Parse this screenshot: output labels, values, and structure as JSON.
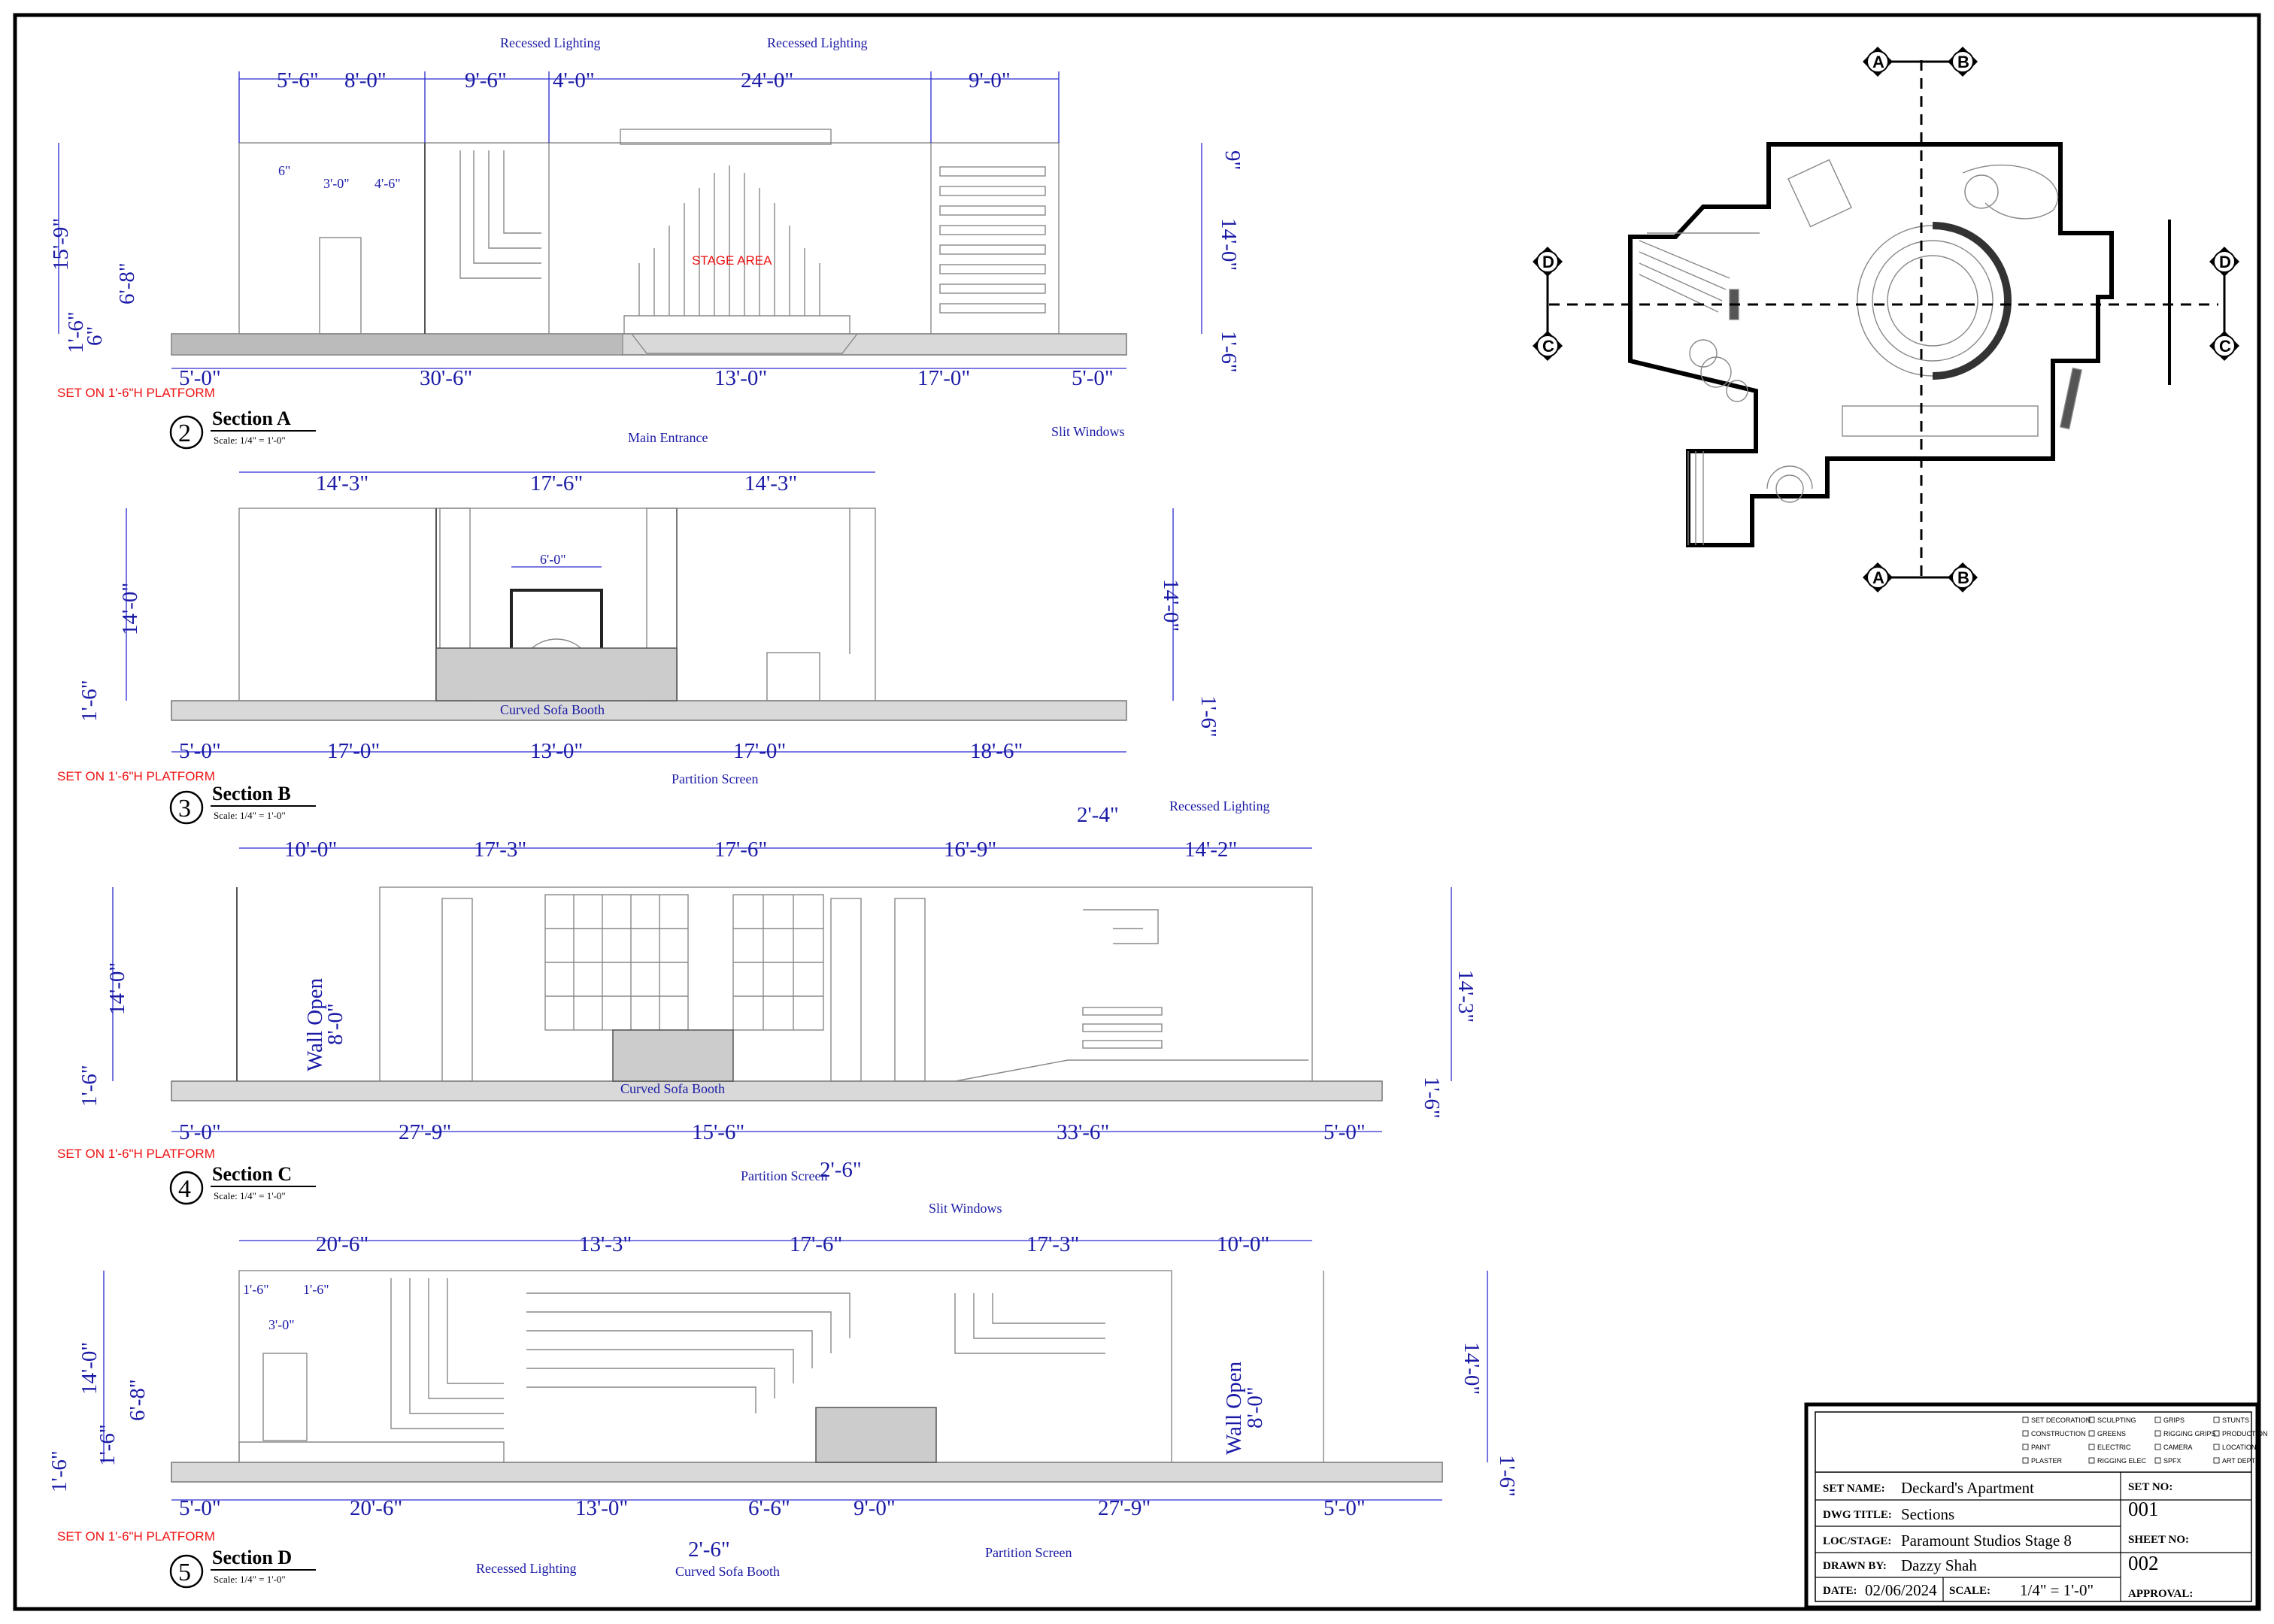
{
  "sections": [
    {
      "number": "2",
      "title": "Section A",
      "scale": "Scale: 1/4\" = 1'-0\"",
      "platform_note": "SET ON 1'-6\"H PLATFORM",
      "stage_label": "STAGE AREA",
      "top_dims": [
        "5'-6\"",
        "8'-0\"",
        "9'-6\"",
        "4'-0\"",
        "24'-0\"",
        "9'-0\""
      ],
      "bottom_dims": [
        "5'-0\"",
        "30'-6\"",
        "13'-0\"",
        "17'-0\"",
        "5'-0\""
      ],
      "left_dims": [
        "15'-9\"",
        "6'-8\"",
        "1'-6\"",
        "6\""
      ],
      "right_dims": [
        "9\"",
        "14'-0\"",
        "1'-6\""
      ],
      "small_dims": [
        "6\"",
        "3'-0\"",
        "4'-6\""
      ],
      "notes": [
        "Recessed Lighting",
        "Recessed Lighting",
        "Slit Windows"
      ]
    },
    {
      "number": "3",
      "title": "Section B",
      "scale": "Scale: 1/4\" = 1'-0\"",
      "platform_note": "SET ON 1'-6\"H PLATFORM",
      "top_dims": [
        "14'-3\"",
        "17'-6\"",
        "14'-3\""
      ],
      "bottom_dims": [
        "5'-0\"",
        "17'-0\"",
        "13'-0\"",
        "17'-0\"",
        "18'-6\""
      ],
      "left_dims": [
        "14'-0\"",
        "1'-6\""
      ],
      "right_dims": [
        "14'-0\"",
        "1'-6\""
      ],
      "small_dims": [
        "6'-0\""
      ],
      "notes": [
        "Main Entrance",
        "Curved Sofa Booth",
        "Partition Screen"
      ]
    },
    {
      "number": "4",
      "title": "Section C",
      "scale": "Scale: 1/4\" = 1'-0\"",
      "platform_note": "SET ON 1'-6\"H PLATFORM",
      "top_dims": [
        "10'-0\"",
        "17'-3\"",
        "17'-6\"",
        "16'-9\"",
        "2'-4\"",
        "14'-2\""
      ],
      "bottom_dims": [
        "5'-0\"",
        "27'-9\"",
        "15'-6\"",
        "2'-6\"",
        "33'-6\"",
        "5'-0\""
      ],
      "left_dims": [
        "14'-0\"",
        "1'-6\""
      ],
      "right_dims": [
        "14'-3\"",
        "1'-6\""
      ],
      "wall_open": [
        "Wall Open",
        "8'-0\""
      ],
      "notes": [
        "Recessed Lighting",
        "Curved Sofa Booth",
        "Partition Screen"
      ]
    },
    {
      "number": "5",
      "title": "Section D",
      "scale": "Scale: 1/4\" = 1'-0\"",
      "platform_note": "SET ON 1'-6\"H PLATFORM",
      "top_dims": [
        "20'-6\"",
        "13'-3\"",
        "17'-6\"",
        "17'-3\"",
        "10'-0\""
      ],
      "bottom_dims": [
        "5'-0\"",
        "20'-6\"",
        "13'-0\"",
        "6'-6\"",
        "9'-0\"",
        "27'-9\"",
        "5'-0\"",
        "2'-6\""
      ],
      "left_dims": [
        "14'-0\"",
        "6'-8\"",
        "1'-6\"",
        "1'-6\""
      ],
      "right_dims": [
        "14'-0\"",
        "1'-6\""
      ],
      "small_dims": [
        "1'-6\"",
        "1'-6\"",
        "3'-0\""
      ],
      "wall_open": [
        "Wall Open",
        "8'-0\""
      ],
      "notes": [
        "Slit Windows",
        "Recessed Lighting",
        "Curved Sofa Booth",
        "Partition Screen"
      ]
    }
  ],
  "plan": {
    "cut_markers": [
      "A",
      "B",
      "A",
      "B",
      "D",
      "C",
      "D",
      "C"
    ]
  },
  "title_block": {
    "departments": [
      "SET DECORATION",
      "SCULPTING",
      "GRIPS",
      "STUNTS",
      "CONSTRUCTION",
      "GREENS",
      "RIGGING GRIPS",
      "PRODUCTION",
      "PAINT",
      "ELECTRIC",
      "CAMERA",
      "LOCATIONS",
      "PLASTER",
      "RIGGING ELEC",
      "SPFX",
      "ART DEPT"
    ],
    "set_name_label": "SET NAME:",
    "set_name": "Deckard's Apartment",
    "dwg_title_label": "DWG TITLE:",
    "dwg_title": "Sections",
    "loc_label": "LOC/STAGE:",
    "loc": "Paramount Studios Stage 8",
    "drawn_label": "DRAWN BY:",
    "drawn_by": "Dazzy Shah",
    "date_label": "DATE:",
    "date": "02/06/2024",
    "scale_label": "SCALE:",
    "scale": "1/4\" = 1'-0\"",
    "set_no_label": "SET NO:",
    "set_no": "001",
    "sheet_no_label": "SHEET NO:",
    "sheet_no": "002",
    "approval_label": "APPROVAL:"
  }
}
